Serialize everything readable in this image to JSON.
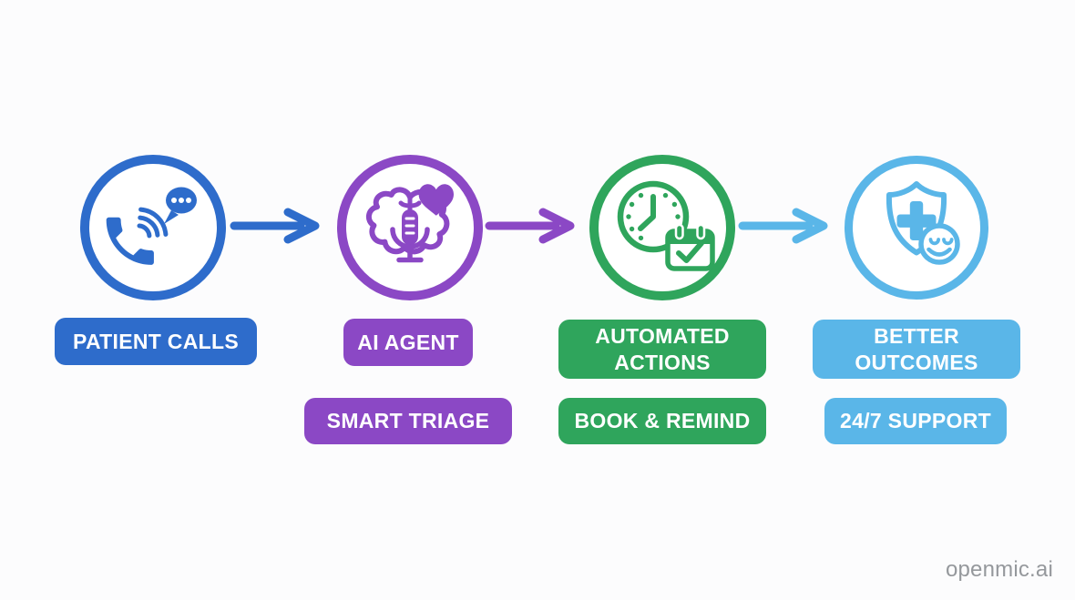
{
  "watermark": "openmic.ai",
  "colors": {
    "background": "#FCFCFD",
    "blue": "#2E6CCB",
    "purple": "#8B48C5",
    "green": "#2FA55C",
    "sky": "#5AB6E8",
    "badge_text": "#FFFFFF",
    "watermark_gray": "#95989C"
  },
  "flow": {
    "steps": [
      {
        "title": "PATIENT CALLS",
        "icon": "phone-chat-icon",
        "color_key": "blue"
      },
      {
        "title": "AI AGENT",
        "subtitle": "SMART TRIAGE",
        "icon": "brain-voice-heart-icon",
        "color_key": "purple"
      },
      {
        "title": "AUTOMATED ACTIONS",
        "subtitle": "BOOK & REMIND",
        "icon": "clock-calendar-icon",
        "color_key": "green"
      },
      {
        "title": "BETTER OUTCOMES",
        "subtitle": "24/7 SUPPORT",
        "icon": "shield-health-smile-icon",
        "color_key": "sky"
      }
    ],
    "arrows": [
      {
        "from": "PATIENT CALLS",
        "to": "AI AGENT",
        "color_key": "blue"
      },
      {
        "from": "AI AGENT",
        "to": "AUTOMATED ACTIONS",
        "color_key": "purple"
      },
      {
        "from": "AUTOMATED ACTIONS",
        "to": "BETTER OUTCOMES",
        "color_key": "sky"
      }
    ]
  }
}
